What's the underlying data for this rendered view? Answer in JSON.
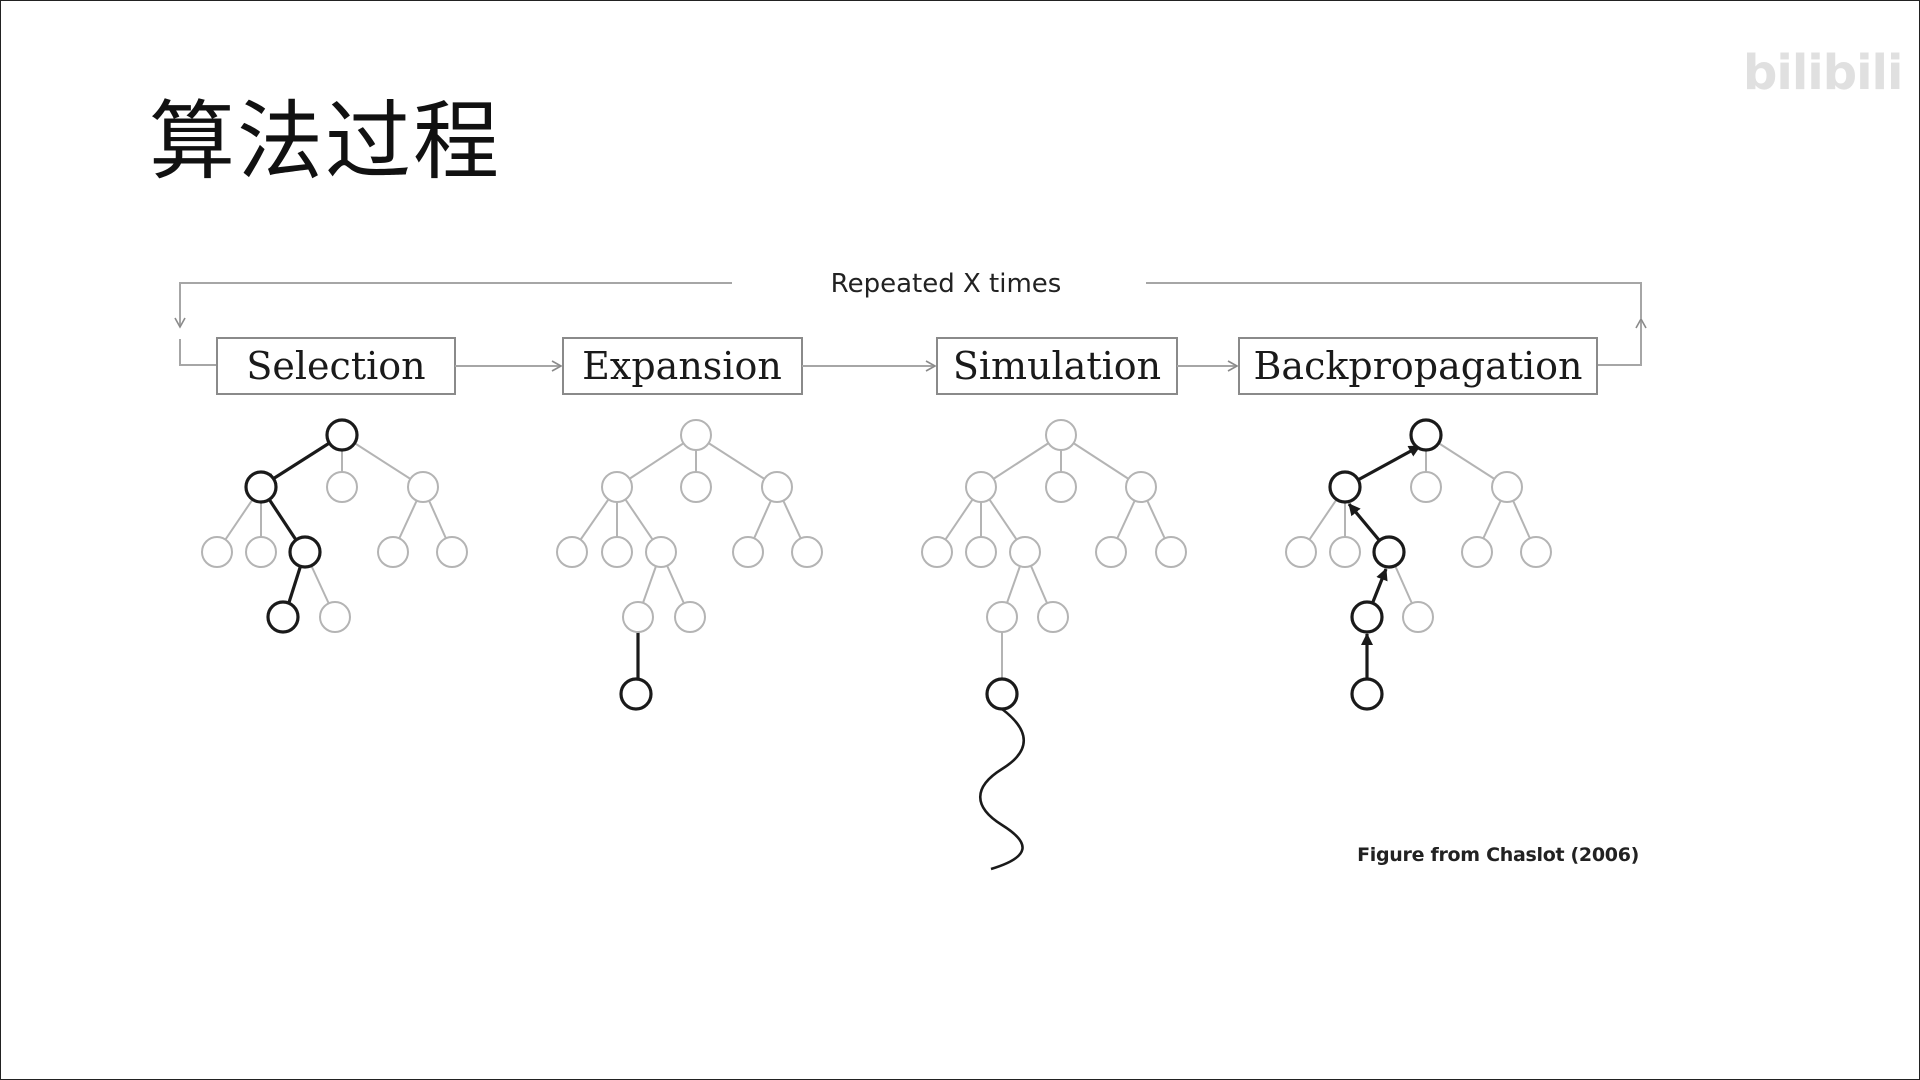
{
  "title": "算法过程",
  "watermark": {
    "caption": "",
    "logo": "bilibili"
  },
  "loop_label": "Repeated X times",
  "stages": [
    {
      "id": "selection",
      "label": "Selection"
    },
    {
      "id": "expansion",
      "label": "Expansion"
    },
    {
      "id": "simulation",
      "label": "Simulation"
    },
    {
      "id": "backpropagation",
      "label": "Backpropagation"
    }
  ],
  "credit": "Figure from Chaslot (2006)",
  "colors": {
    "ink": "#1a1a1a",
    "light_node": "#b4b4b4",
    "box_border": "#8a8a8a",
    "line": "#a6a6a6"
  }
}
